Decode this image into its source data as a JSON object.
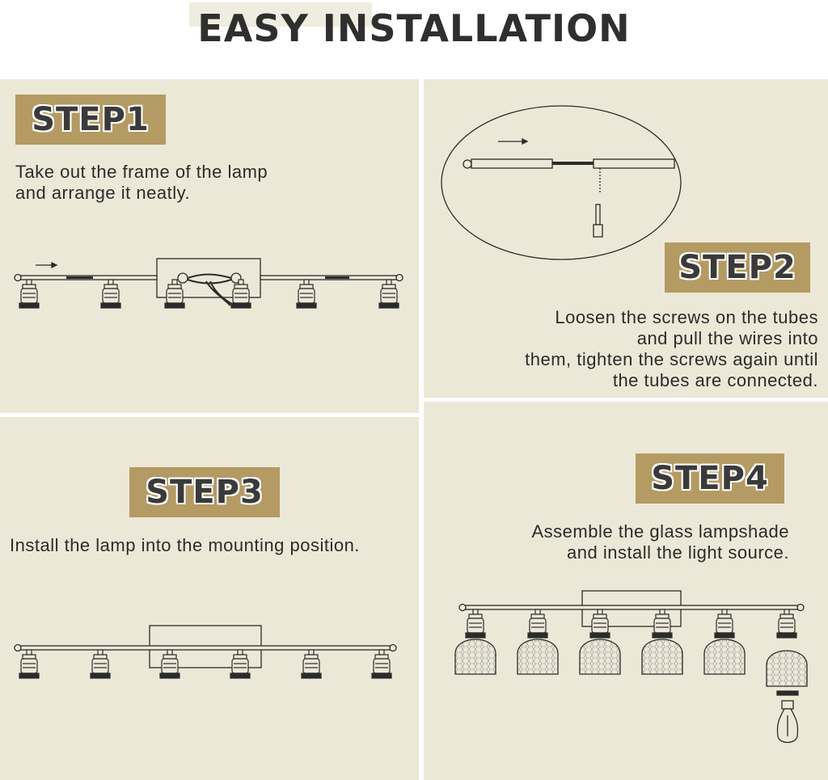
{
  "title": "EASY INSTALLATION",
  "steps": [
    {
      "label": "STEP1",
      "lines": [
        "Take out the frame of the lamp",
        "and arrange it neatly."
      ]
    },
    {
      "label": "STEP2",
      "lines": [
        "Loosen the screws on the tubes",
        "and pull the wires into",
        "them, tighten the screws again until",
        "the tubes are connected."
      ]
    },
    {
      "label": "STEP3",
      "lines": [
        "Install the lamp into the mounting position."
      ]
    },
    {
      "label": "STEP4",
      "lines": [
        "Assemble the glass lampshade",
        "and install the light source."
      ]
    }
  ],
  "colors": {
    "panel": "#ece8d7",
    "badge": "#b49a63",
    "line": "#2b2b2b"
  },
  "icons": [
    "lamp-socket-icon",
    "glass-shade-icon",
    "bulb-icon",
    "arrow-icon"
  ]
}
